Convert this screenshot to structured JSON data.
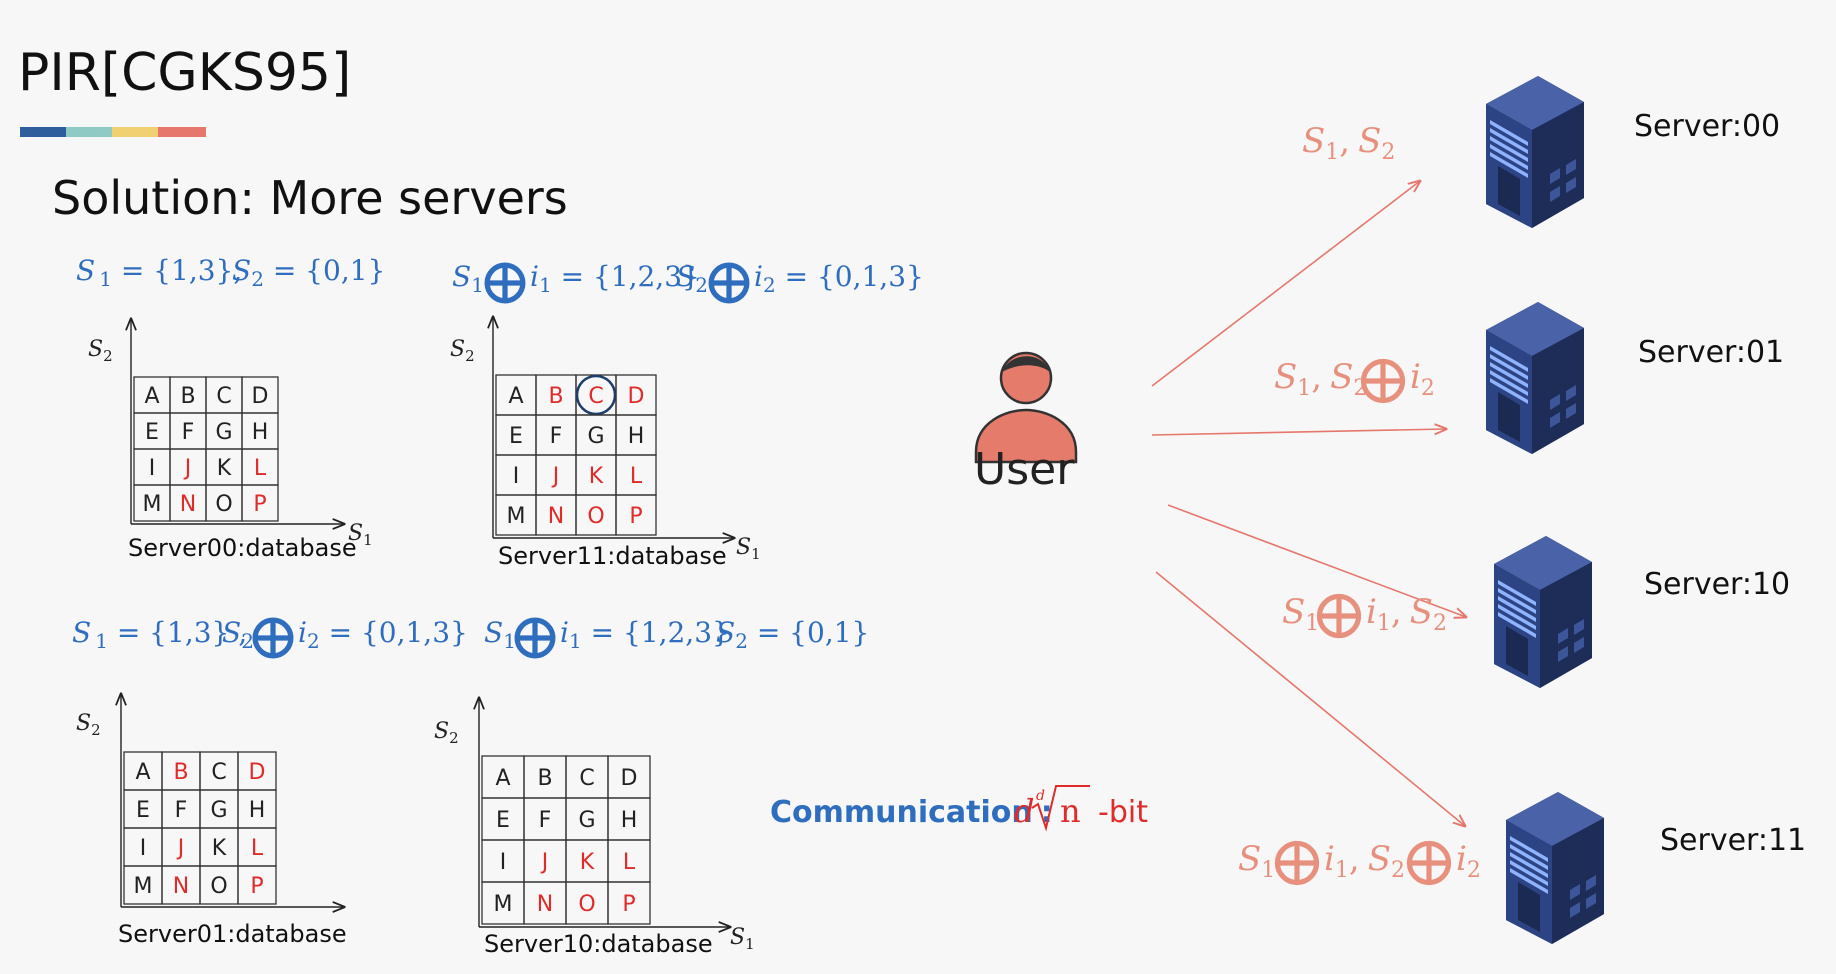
{
  "title": "PIR[CGKS95]",
  "subtitle": "Solution: More servers",
  "accent_colors": [
    "#2f5e9c",
    "#8fcac4",
    "#f0d071",
    "#e6776c"
  ],
  "colors": {
    "blue": "#2f6ebe",
    "salmon": "#e8907e",
    "red": "#e02b2b",
    "user": "#e57b6b",
    "server": "#2e4a86"
  },
  "grid_letters": [
    [
      "A",
      "B",
      "C",
      "D"
    ],
    [
      "E",
      "F",
      "G",
      "H"
    ],
    [
      "I",
      "J",
      "K",
      "L"
    ],
    [
      "M",
      "N",
      "O",
      "P"
    ]
  ],
  "axes": {
    "s1": "S",
    "s1_sub": "1",
    "s2": "S",
    "s2_sub": "2"
  },
  "queries": {
    "q00": {
      "s1": "S",
      "s1_sub": "1",
      "s1_eq": " = {1,3},",
      "s2": "S",
      "s2_sub": "2",
      "s2_eq": " = {0,1}"
    },
    "q11": {
      "s1": "S",
      "s1_sub": "1",
      "i1": "i",
      "i1_sub": "1",
      "s1_eq": " = {1,2,3} ,",
      "s2": "S",
      "s2_sub": "2",
      "i2": "i",
      "i2_sub": "2",
      "s2_eq": " = {0,1,3}"
    },
    "q01": {
      "s1": "S",
      "s1_sub": "1",
      "s1_eq": " = {1,3}  ,",
      "s2": "S",
      "s2_sub": "2",
      "i2": "i",
      "i2_sub": "2",
      "s2_eq": " = {0,1,3}"
    },
    "q10": {
      "s1": "S",
      "s1_sub": "1",
      "i1": "i",
      "i1_sub": "1",
      "s1_eq": " = {1,2,3}",
      "s2": "S",
      "s2_sub": "2",
      "s2_eq": " = {0,1}"
    }
  },
  "databases": [
    {
      "caption": "Server00:database",
      "red": [
        "J",
        "L",
        "N",
        "P"
      ],
      "circled": ""
    },
    {
      "caption": "Server11:database",
      "red": [
        "B",
        "C",
        "D",
        "J",
        "K",
        "L",
        "N",
        "O",
        "P"
      ],
      "circled": "C"
    },
    {
      "caption": "Server01:database",
      "red": [
        "B",
        "D",
        "J",
        "L",
        "N",
        "P"
      ],
      "circled": ""
    },
    {
      "caption": "Server10:database",
      "red": [
        "J",
        "K",
        "L",
        "N",
        "O",
        "P"
      ],
      "circled": ""
    }
  ],
  "communication": {
    "label": "Communication",
    "colon": ":",
    "d": "d",
    "root_index": "d",
    "n": "n",
    "suffix": "-bit"
  },
  "user": {
    "label": "User"
  },
  "servers": [
    {
      "label": "Server:00",
      "message": "S1, S2"
    },
    {
      "label": "Server:01",
      "message": "S1, S2 ⊕ i2"
    },
    {
      "label": "Server:10",
      "message": "S1 ⊕ i1, S2"
    },
    {
      "label": "Server:11",
      "message": "S1 ⊕ i1, S2 ⊕ i2"
    }
  ],
  "msg_parts": {
    "S": "S",
    "i": "i",
    "one": "1",
    "two": "2",
    "comma": ","
  }
}
